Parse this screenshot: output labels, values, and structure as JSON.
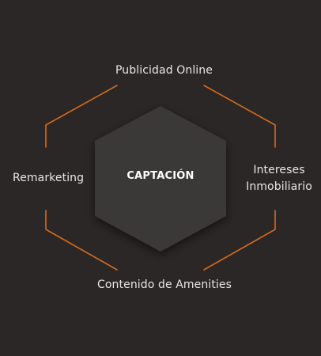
{
  "center": {
    "title": "CAPTACIÓN"
  },
  "nodes": {
    "top": "Publicidad Online",
    "left": "Remarketing",
    "right": "Intereses\nInmobiliario",
    "bottom": "Contenido de Amenities"
  },
  "colors": {
    "background": "#2b2726",
    "hexagon": "#3a3737",
    "outline": "#d46a1e",
    "text": "#e9e6e4"
  }
}
